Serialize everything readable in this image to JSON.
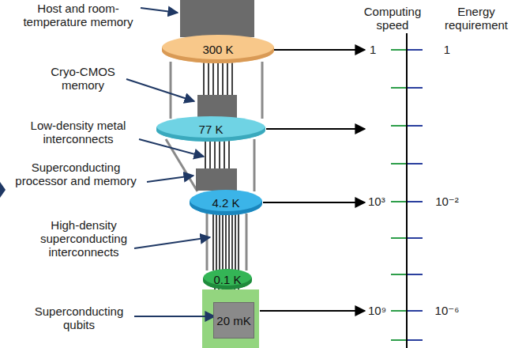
{
  "diagram": {
    "nodes": [
      {
        "text": [
          "300 K"
        ]
      },
      {
        "text": [
          "77 K"
        ]
      },
      {
        "text": [
          "4.2 K"
        ]
      },
      {
        "text": [
          "0.1 K"
        ]
      },
      {
        "text": [
          "20 mK"
        ]
      }
    ],
    "labels": [
      "Host and room-temperature memory",
      "Cryo-CMOS memory",
      "Low-density metal interconnects",
      "Superconducting processor and memory",
      "High-density superconducting interconnects",
      "Superconducting qubits",
      "Computing speed",
      "Energy requirement",
      "1",
      "1",
      "10³",
      "10⁻²",
      "10⁹",
      "10⁻⁶"
    ]
  }
}
